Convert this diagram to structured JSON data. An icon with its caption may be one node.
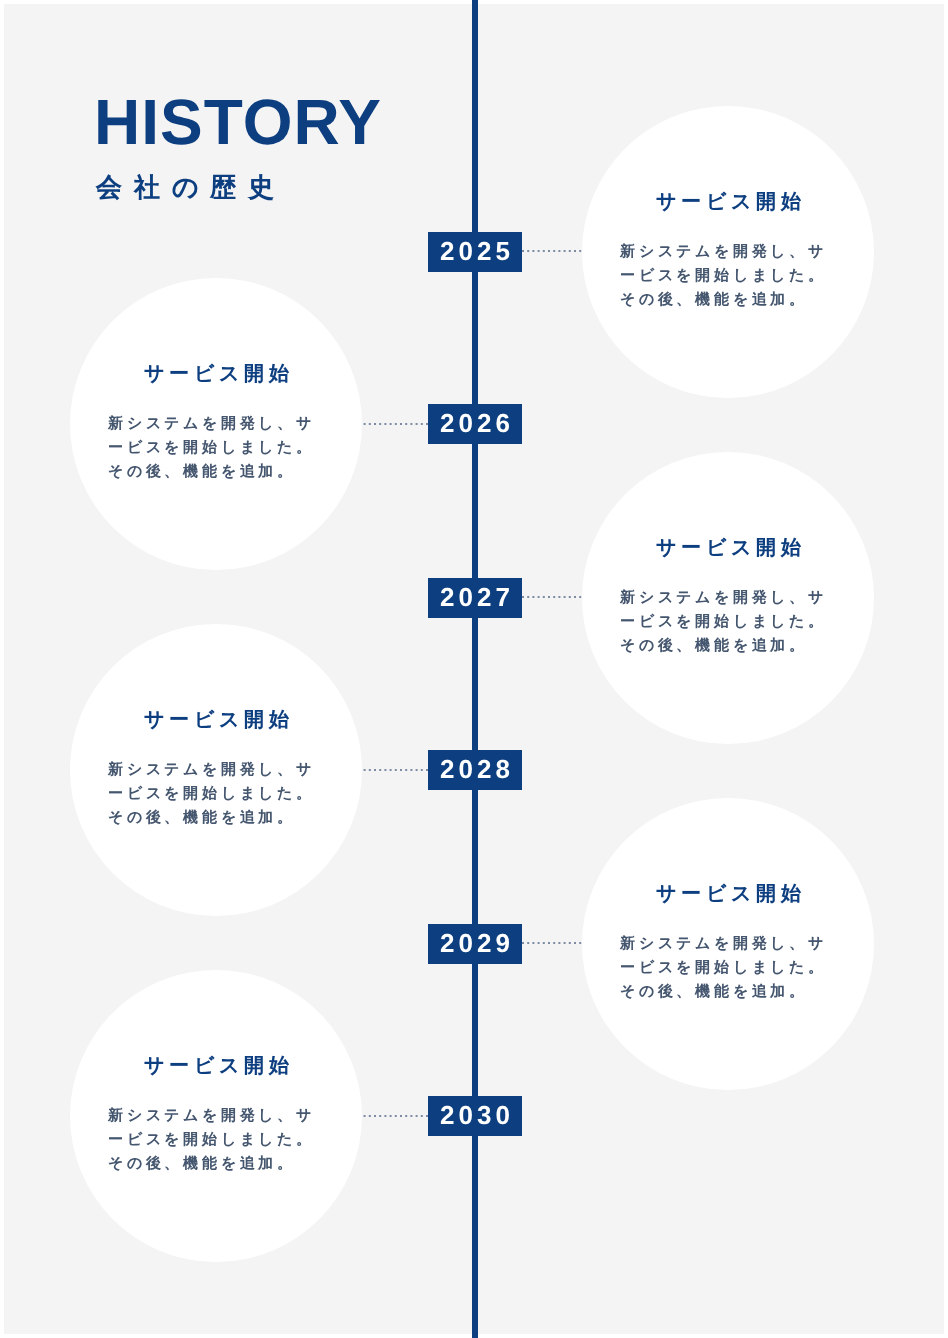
{
  "diagram": {
    "title": "HISTORY",
    "nodes": [
      {
        "text": [
          "2025"
        ]
      },
      {
        "text": [
          "サービス開始",
          "新システムを開発し、サービスを開始しました。その後、機能を追加。"
        ]
      },
      {
        "text": [
          "2026"
        ]
      },
      {
        "text": [
          "サービス開始",
          "新システムを開発し、サービスを開始しました。その後、機能を追加。"
        ]
      },
      {
        "text": [
          "2027"
        ]
      },
      {
        "text": [
          "サービス開始",
          "新システムを開発し、サービスを開始しました。その後、機能を追加。"
        ]
      },
      {
        "text": [
          "2028"
        ]
      },
      {
        "text": [
          "サービス開始",
          "新システムを開発し、サービスを開始しました。その後、機能を追加。"
        ]
      },
      {
        "text": [
          "2029"
        ]
      },
      {
        "text": [
          "サービス開始",
          "新システムを開発し、サービスを開始しました。その後、機能を追加。"
        ]
      },
      {
        "text": [
          "2030"
        ]
      },
      {
        "text": [
          "サービス開始",
          "新システムを開発し、サービスを開始しました。その後、機能を追加。"
        ]
      }
    ],
    "edges": [
      {
        "from": 0,
        "to": 1,
        "arrow": "none"
      },
      {
        "from": 2,
        "to": 3,
        "arrow": "none"
      },
      {
        "from": 4,
        "to": 5,
        "arrow": "none"
      },
      {
        "from": 6,
        "to": 7,
        "arrow": "none"
      },
      {
        "from": 8,
        "to": 9,
        "arrow": "none"
      },
      {
        "from": 10,
        "to": 11,
        "arrow": "none"
      }
    ],
    "labels": [
      "会社の歴史"
    ]
  }
}
